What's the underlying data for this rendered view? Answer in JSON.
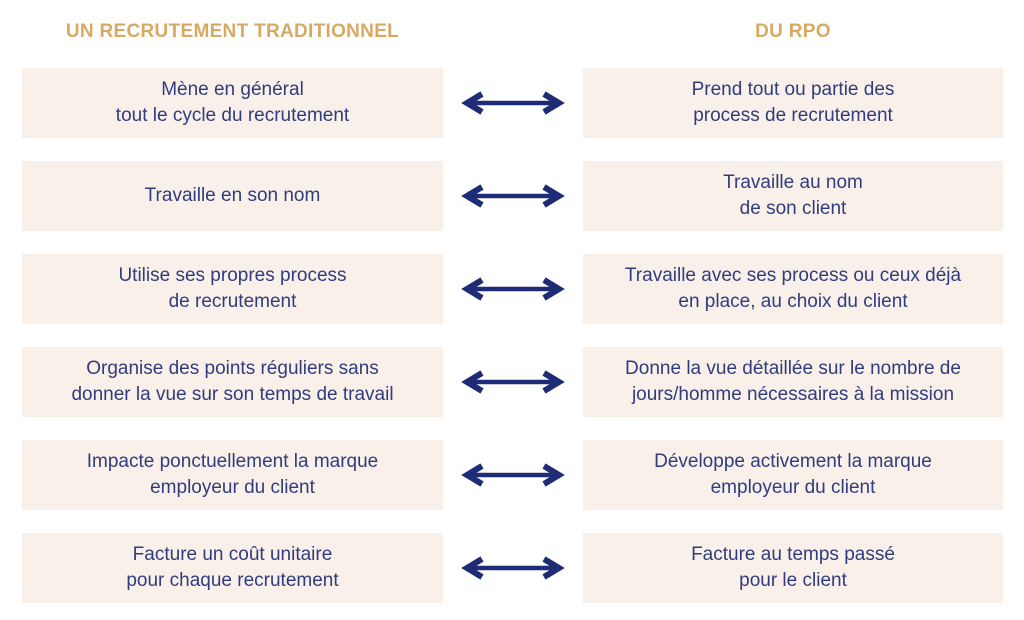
{
  "title_row": {
    "left": "UN RECRUTEMENT TRADITIONNEL",
    "right": "DU RPO"
  },
  "rows": [
    {
      "left": "Mène en général\ntout le cycle du recrutement",
      "right": "Prend tout ou partie des\nprocess de recrutement"
    },
    {
      "left": "Travaille en son nom",
      "right": "Travaille au nom\nde son client"
    },
    {
      "left": "Utilise ses propres process\nde recrutement",
      "right": "Travaille avec ses process ou ceux déjà\nen place, au choix du client"
    },
    {
      "left": "Organise des points réguliers sans\ndonner la vue sur son temps de travail",
      "right": "Donne la vue détaillée sur le nombre de\njours/homme nécessaires à la mission"
    },
    {
      "left": "Impacte ponctuellement la marque\nemployeur du client",
      "right": "Développe activement la marque\nemployeur du client"
    },
    {
      "left": "Facture un coût unitaire\npour chaque recrutement",
      "right": "Facture au temps passé\npour le client"
    }
  ],
  "icons": {
    "arrow": "double-headed-arrow"
  },
  "colors": {
    "gold": "#D8A963",
    "box_bg": "#F9F0E9",
    "text": "#303C7E",
    "arrow": "#1E2B75"
  }
}
